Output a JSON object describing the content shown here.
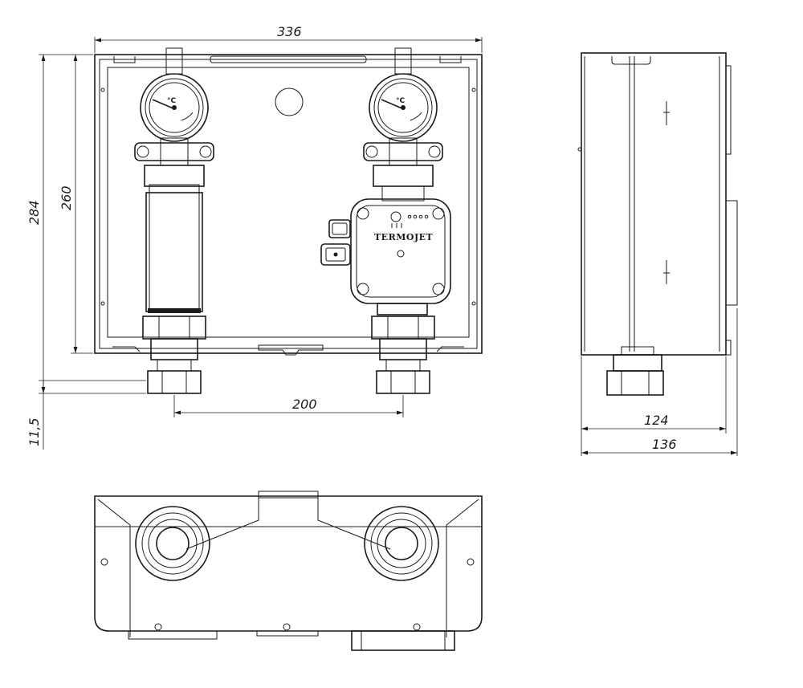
{
  "dimensions": {
    "overall_width": "336",
    "overall_height": "284",
    "inner_height": "260",
    "pipe_spacing": "200",
    "offset": "11,5",
    "depth_inner": "124",
    "depth_overall": "136"
  },
  "pump": {
    "brand": "TERMOJET"
  },
  "gauges": {
    "unit_symbol": "°C"
  }
}
